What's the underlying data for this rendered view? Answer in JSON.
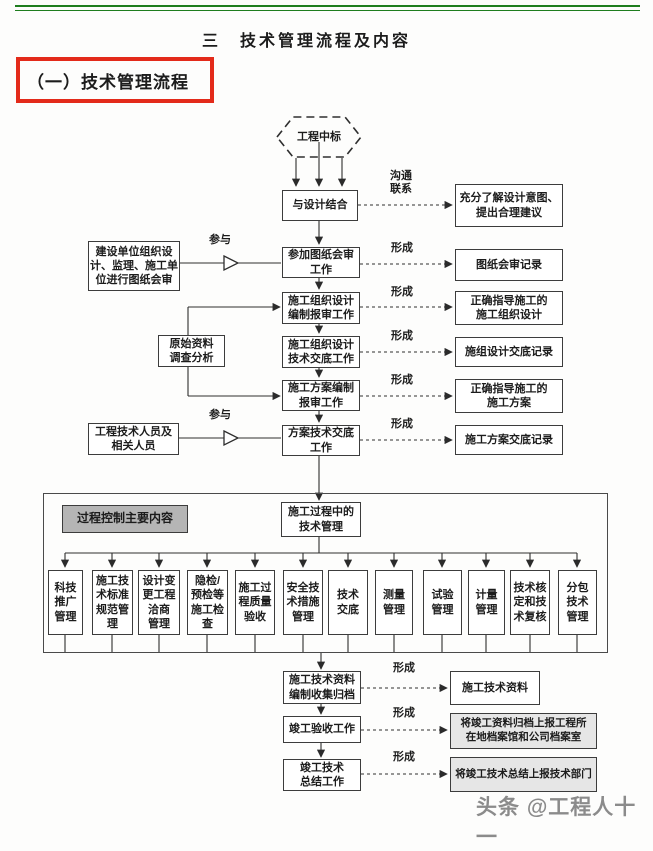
{
  "page": {
    "section_title": "三　技术管理流程及内容",
    "subsection_title": "（一）技术管理流程",
    "watermark": "头条 @工程人十一"
  },
  "labels": {
    "communicate": "沟通\n联系",
    "form": "形成",
    "participate": "参与"
  },
  "flowchart": {
    "start": "工程中标",
    "steps": [
      "与设计结合",
      "参加图纸会审\n工作",
      "施工组织设计\n编制报审工作",
      "施工组织设计\n技术交底工作",
      "施工方案编制\n报审工作",
      "方案技术交底\n工作"
    ],
    "outputs": [
      "充分了解设计意图、\n提出合理建议",
      "图纸会审记录",
      "正确指导施工的\n施工组织设计",
      "施组设计交底记录",
      "正确指导施工的\n施工方案",
      "施工方案交底记录"
    ],
    "inputs": [
      "建设单位组织设\n计、监理、施工单\n位进行图纸会审",
      "原始资料\n调查分析",
      "工程技术人员及\n相关人员"
    ],
    "process": {
      "caption": "过程控制主要内容",
      "header": "施工过程中的\n技术管理",
      "items": [
        "科技\n推广\n管理",
        "施工技\n术标准\n规范管\n理",
        "设计变\n更工程\n洽商\n管理",
        "隐检/\n预检等\n施工检\n查",
        "施工过\n程质量\n验收",
        "安全技\n术措施\n管理",
        "技术\n交底",
        "测量\n管理",
        "试验\n管理",
        "计量\n管理",
        "技术核\n定和技\n术复核",
        "分包\n技术\n管理"
      ]
    },
    "closing_steps": [
      "施工技术资料\n编制收集归档",
      "竣工验收工作",
      "竣工技术\n总结工作"
    ],
    "closing_outputs": [
      "施工技术资料",
      "将竣工资料归档上报工程所\n在地档案馆和公司档案室",
      "将竣工技术总结上报技术部门"
    ]
  }
}
